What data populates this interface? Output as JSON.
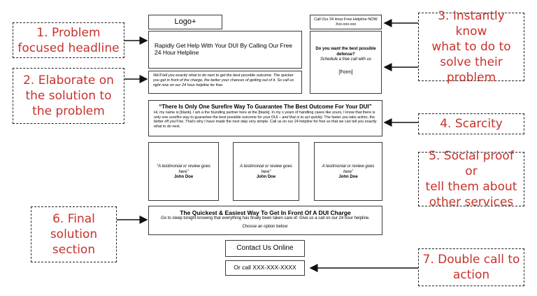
{
  "wireframe": {
    "logo": "Logo+",
    "helpline": {
      "line1": "Call Our 24 Hour Free Helpline NOW",
      "line2": "Xxx-xxx-xxx"
    },
    "headline": "Rapidly Get Help With Your DUI By Calling Our Free 24 Hour Helpline",
    "elaborate": "We'll tell you exactly what to do next to get the best possible outcome. The quicker you get in front of the charge, the better your chances of getting out of it. So call us right now on our 24 hour helpline for free.",
    "form": {
      "question": "Do you want the best possible defense?",
      "sub": "Schedule a free call with us",
      "placeholder": "[Form]"
    },
    "scarcity": {
      "title": "“There Is Only One Surefire Way To Guarantee The Best Outcome For Your DUI”",
      "body_a": "Hi, my name is [blank]. I am a the founding partner here at the [blank]. In my x years of handling cases like yours, I know that there is only one surefire way to guarantee the best possible outcome for your DUI – ",
      "body_em": "and that is to act quickly.",
      "body_b": " The faster you take action, the better off you'll be. That's why I have made the next step very simple. Call us on our 24 helpline for free so that we can tell you exactly what to do next."
    },
    "testimonials": [
      {
        "quote": "“A testimonial or review goes here”",
        "author": "John Doe"
      },
      {
        "quote": "A testimonial or review goes here”",
        "author": "John Doe"
      },
      {
        "quote": "A testimonial or review goes here”",
        "author": "John Doe"
      }
    ],
    "final": {
      "title": "The Quickest & Easiest Way To Get In Front Of A DUI Charge",
      "body": "Go to sleep tonight knowing that everything has finally been taken care of. Give us a call on our 24 hour helpline.",
      "choose": "Choose an option below:"
    },
    "contact_button": "Contact Us Online",
    "call_button": "Or call XXX-XXX-XXXX"
  },
  "annotations": [
    {
      "lines": [
        "1. Problem",
        "focused headline"
      ]
    },
    {
      "lines": [
        "2. Elaborate on",
        "the solution to",
        "the problem"
      ]
    },
    {
      "lines": [
        "3. Instantly know",
        "what to do to",
        "solve their",
        "problem"
      ]
    },
    {
      "lines": [
        "4. Scarcity"
      ]
    },
    {
      "lines": [
        "5. Social proof or",
        "tell them about",
        "other services"
      ]
    },
    {
      "lines": [
        "6. Final",
        "solution",
        "section"
      ]
    },
    {
      "lines": [
        "7. Double call to",
        "action"
      ]
    }
  ],
  "colors": {
    "annotation_text": "#c8322b",
    "wire_border": "#3a3a3a"
  }
}
